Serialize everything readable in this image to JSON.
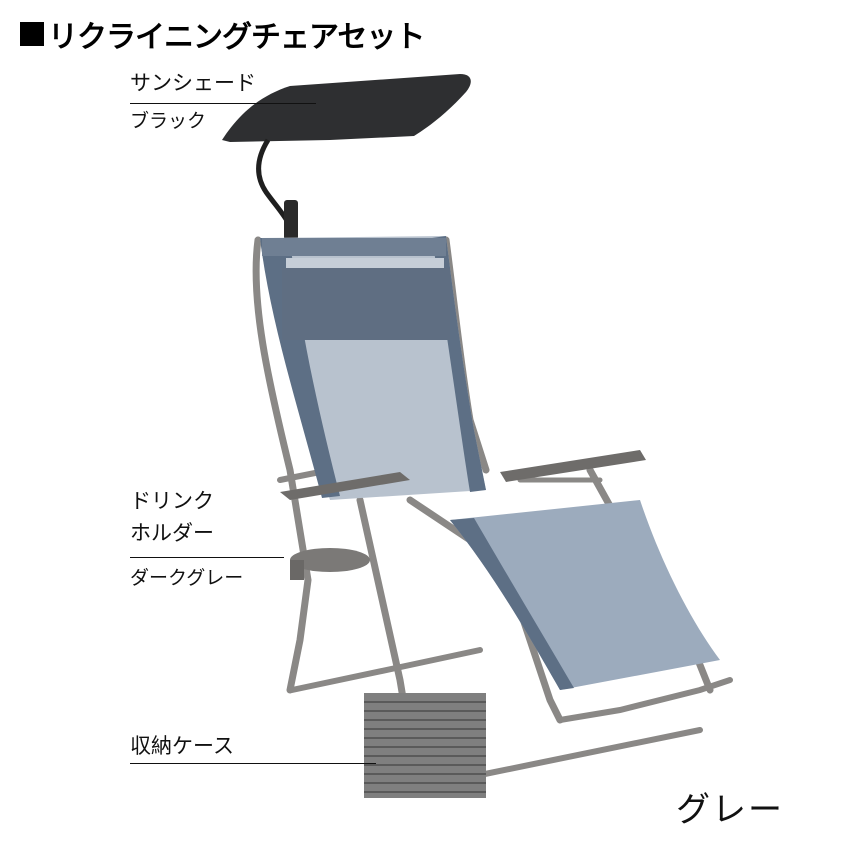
{
  "title": "リクライニングチェアセット",
  "title_marker": "■",
  "parts": [
    {
      "name": "サンシェード",
      "color": "ブラック"
    },
    {
      "name_line1": "ドリンク",
      "name_line2": "ホルダー",
      "color": "ダークグレー"
    },
    {
      "name": "収納ケース"
    }
  ],
  "product_color": "グレー",
  "colors": {
    "canopy": "#2e2f31",
    "frame": "#8a8886",
    "fabric": "#8fa0b4",
    "fabric_dark": "#5d6f85",
    "bag": "#7f7f7f"
  }
}
